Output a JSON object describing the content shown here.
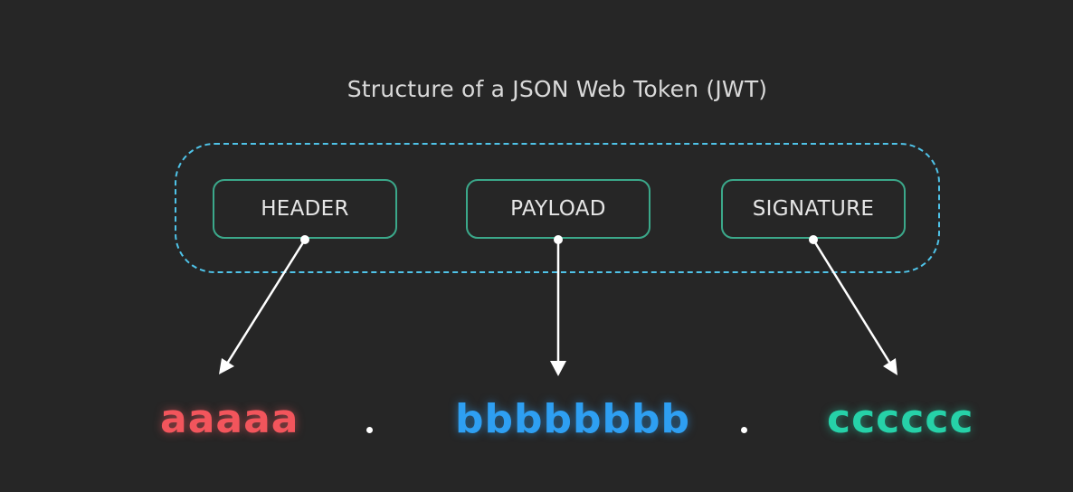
{
  "title": "Structure of a JSON Web Token (JWT)",
  "parts": {
    "header": {
      "label": "HEADER",
      "token": "aaaaa",
      "color": "#f2555c"
    },
    "payload": {
      "label": "PAYLOAD",
      "token": "bbbbbbbb",
      "color": "#2e9ff2"
    },
    "signature": {
      "label": "SIGNATURE",
      "token": "cccccc",
      "color": "#26d1a8"
    }
  },
  "colors": {
    "background": "#262626",
    "group_border": "#4fc3e8",
    "box_border": "#3ba88a",
    "arrow": "#ffffff"
  }
}
